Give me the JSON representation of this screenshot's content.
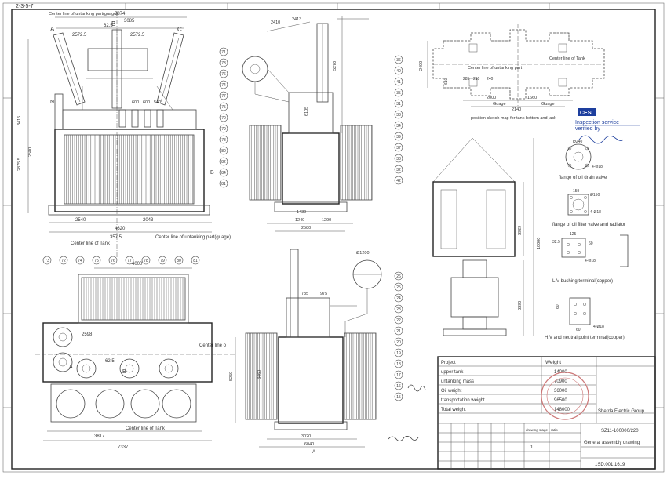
{
  "sheet": {
    "corner_code": "2-3-5-7"
  },
  "front_view": {
    "phase_labels": [
      "A",
      "B",
      "C"
    ],
    "neutral_label": "N",
    "top_dims": [
      "3874",
      "3085",
      "62.5",
      "2572.5",
      "2572.5"
    ],
    "top_note": "Center line of untanking part(guage)",
    "side_dims_left": [
      "3415",
      "2875.5",
      "2580"
    ],
    "inner_dims": [
      "600",
      "600",
      "540"
    ],
    "bottom_dims": [
      "2540",
      "2043",
      "4620"
    ],
    "rail_note_dims": [
      "357.5"
    ],
    "centerline_tank": "Center line of Tank",
    "centerline_untank": "Center line of untanking part(guage)",
    "marker_B": "B"
  },
  "side_view_top": {
    "dims": [
      "2410",
      "5270",
      "2413",
      "2580",
      "1240",
      "1290",
      "6105"
    ],
    "bottom_dim": "1430",
    "callouts_left": [
      "71",
      "73",
      "76",
      "74",
      "77",
      "75",
      "70",
      "79",
      "78",
      "80",
      "82",
      "84",
      "81"
    ],
    "callouts_right": [
      "36",
      "40",
      "41",
      "35",
      "31",
      "33",
      "34",
      "39",
      "37",
      "38",
      "32",
      "42"
    ]
  },
  "plan_view": {
    "dims": [
      "4000",
      "2598",
      "62.5",
      "3817",
      "7337"
    ],
    "phase_labels": [
      "A",
      "B"
    ],
    "centerline_tank": "Center line of Tank",
    "centerline_other": "Center line o"
  },
  "side_view_bottom": {
    "dims": [
      "Ø1200",
      "735",
      "975",
      "5250",
      "3460",
      "3020",
      "6040"
    ],
    "marker": "A"
  },
  "tank_map": {
    "dims": [
      "2400",
      "610",
      "2000",
      "285",
      "210",
      "1660",
      "240",
      "2140"
    ],
    "labels": [
      "Center line of untanking part",
      "Center line of Tank",
      "Guage",
      "Guage"
    ],
    "caption": "position sketch map for tank bottom and jack"
  },
  "inspection_stamp": {
    "logo": "CESI",
    "line1": "Inspection service",
    "line2": "verified by"
  },
  "details": [
    {
      "name": "flange of oil drain valve",
      "dims": [
        "Ø240",
        "4-Ø18"
      ]
    },
    {
      "name": "flange of oil filter valve and radiator",
      "dims": [
        "159",
        "Ø150",
        "4-Ø18"
      ]
    },
    {
      "name": "L.V bushing terminal(copper)",
      "dims": [
        "125",
        "32.5",
        "60",
        "4-Ø18"
      ]
    },
    {
      "name": "H.V and neutral point terminal(copper)",
      "dims": [
        "60",
        "60",
        "4-Ø18"
      ]
    }
  ],
  "lift_view": {
    "dims": [
      "3929",
      "10000",
      "3390"
    ]
  },
  "title_block": {
    "rows": [
      {
        "label": "Project",
        "value": ""
      },
      {
        "label": "upper tank",
        "value": "14000"
      },
      {
        "label": "untanking mass",
        "value": "70900"
      },
      {
        "label": "Oil weight",
        "value": "36000"
      },
      {
        "label": "transportation weight",
        "value": "96500"
      },
      {
        "label": "Total weight",
        "value": "148000"
      }
    ],
    "weight_header": "Weight",
    "company": "Sherda Electric Group",
    "model": "SZ11-100000/220",
    "drawing_title": "General assembly drawing",
    "drawing_no": "1SD.001.1619",
    "misc": [
      "drawing stage",
      "ratio",
      "1"
    ]
  }
}
